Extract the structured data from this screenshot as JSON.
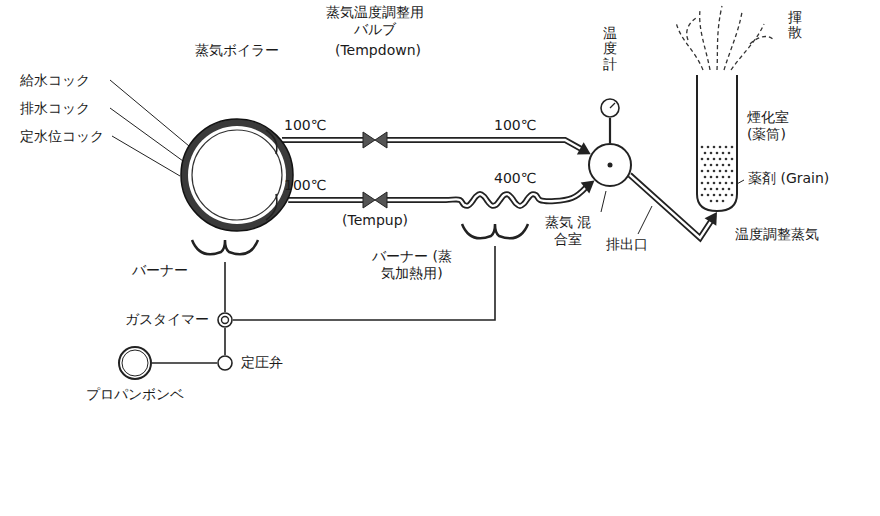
{
  "diagram": {
    "nodes": [
      {
        "text": [
          "蒸気ボイラー"
        ]
      },
      {
        "text": [
          "蒸気温度調整用 バルブ",
          "(Tempdown)"
        ]
      },
      {
        "text": [
          "(Tempup)"
        ]
      },
      {
        "text": [
          "蒸気 混合室"
        ]
      },
      {
        "text": [
          "温度計"
        ]
      },
      {
        "text": [
          "煙化室 (薬筒)"
        ]
      },
      {
        "text": [
          "バーナー"
        ]
      },
      {
        "text": [
          "バーナー (蒸気加熱用)"
        ]
      },
      {
        "text": [
          "ガスタイマー"
        ]
      },
      {
        "text": [
          "定圧弁"
        ]
      },
      {
        "text": [
          "プロパンボンベ"
        ]
      }
    ],
    "edges": [
      {
        "from": 0,
        "to": 1,
        "arrow": "none"
      },
      {
        "from": 0,
        "to": 2,
        "arrow": "none"
      },
      {
        "from": 1,
        "to": 3,
        "arrow": "to"
      },
      {
        "from": 2,
        "to": 3,
        "arrow": "to"
      },
      {
        "from": 4,
        "to": 3,
        "arrow": "none"
      },
      {
        "from": 3,
        "to": 5,
        "arrow": "to"
      },
      {
        "from": 10,
        "to": 9,
        "arrow": "none"
      },
      {
        "from": 9,
        "to": 8,
        "arrow": "none"
      },
      {
        "from": 8,
        "to": 6,
        "arrow": "none"
      },
      {
        "from": 8,
        "to": 7,
        "arrow": "none"
      }
    ],
    "labels": [
      "給水コック",
      "排水コック",
      "定水位コック",
      "100℃",
      "100℃",
      "100℃",
      "400℃",
      "排出口",
      "温度調整蒸気",
      "薬剤 (Grain)",
      "揮散"
    ]
  }
}
